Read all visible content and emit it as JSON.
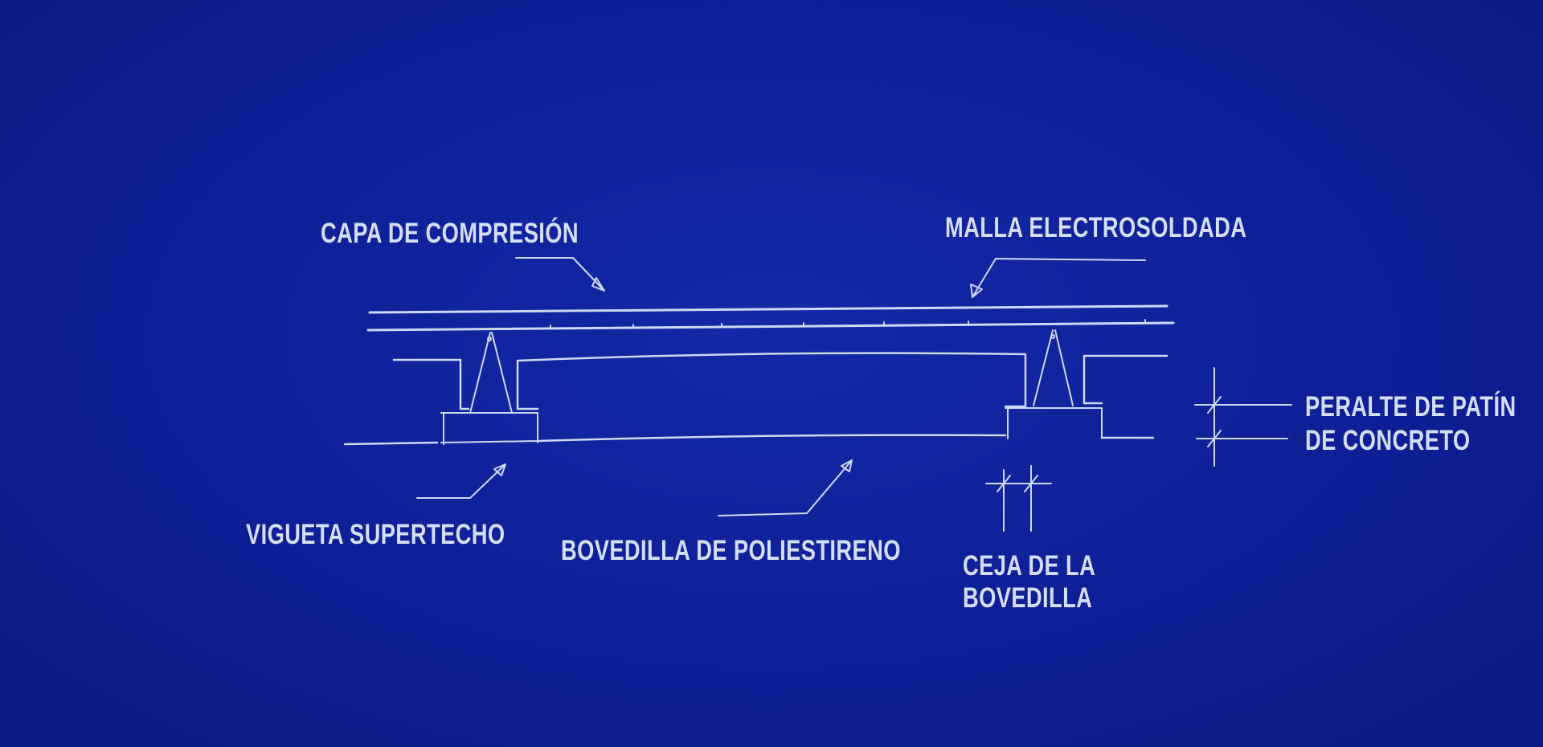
{
  "labels": {
    "capa": "CAPA DE COMPRESIÓN",
    "malla": "MALLA ELECTROSOLDADA",
    "vigueta": "VIGUETA SUPERTECHO",
    "bovedilla": "BOVEDILLA DE POLIESTIRENO",
    "ceja_line1": "CEJA DE LA",
    "ceja_line2": "BOVEDILLA",
    "peralte_line1": "PERALTE DE PATÍN",
    "peralte_line2": "DE CONCRETO"
  },
  "colors": {
    "background": "#0f1f96",
    "ink": "#d4def7"
  }
}
